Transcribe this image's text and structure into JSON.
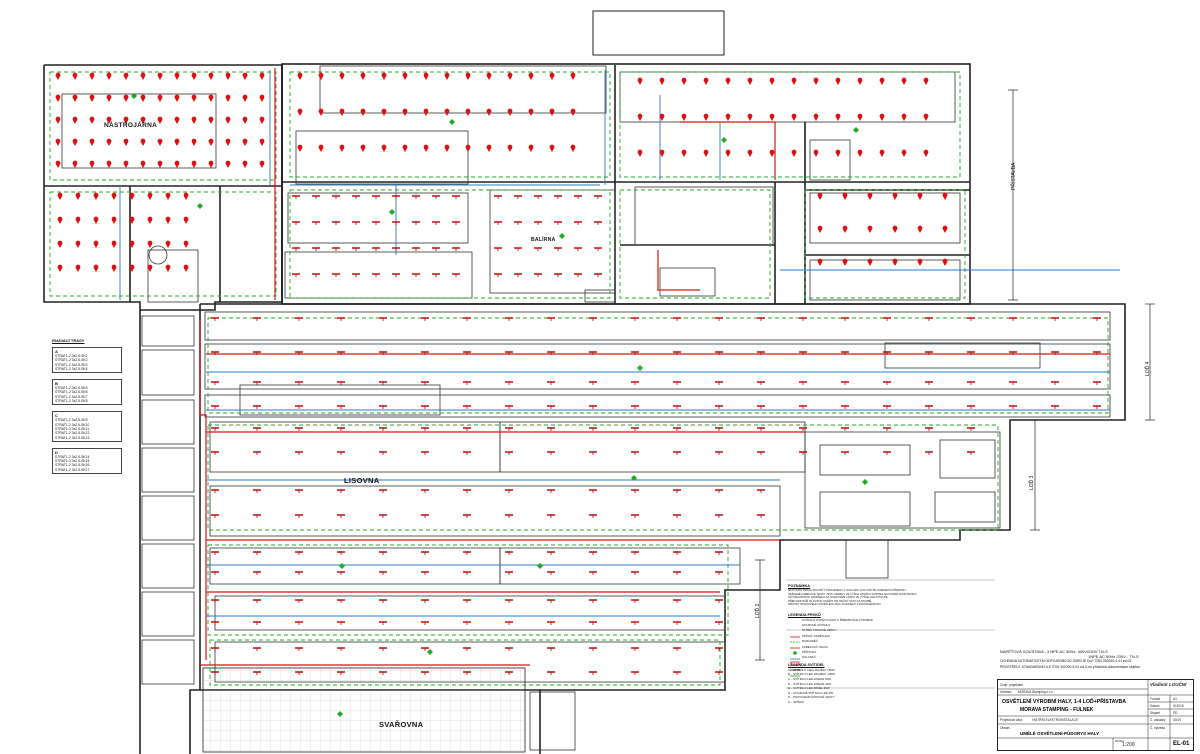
{
  "rooms": {
    "tool_room": "NÁSTROJÁRNA",
    "lisovna": "LISOVNA",
    "svarovna": "SVAŘOVNA",
    "balirna": "BALÍRNA"
  },
  "axis_labels": {
    "pristavba": "PŘÍSTAVBA",
    "lod4": "LOĎ 4",
    "lod3": "LOĎ 3",
    "lod2": "LOĎ 2"
  },
  "circuit_table": {
    "title": "RIADIACÍ TRASY",
    "groups": [
      {
        "name": "A",
        "rows": [
          "STRAT1-2 3x2,5-SK1",
          "STRAT1-2 3x2,5-SK2",
          "STRAT1-2 3x2,5-SK3",
          "STRAT1-2 3x2,5-SK4"
        ]
      },
      {
        "name": "B",
        "rows": [
          "STRAT1-2 3x2,5-SK5",
          "STRAT1-2 3x2,5-SK6",
          "STRAT1-2 3x2,5-SK7",
          "STRAT1-2 3x2,5-SK8"
        ]
      },
      {
        "name": "C",
        "rows": [
          "STRAT1-2 3x2,5-SK9",
          "STRAT1-2 3x2,5-SK10",
          "STRAT1-2 3x2,5-SK11",
          "STRAT1-2 3x2,5-SK12",
          "STRAT1-2 3x2,5-SK13"
        ]
      },
      {
        "name": "D",
        "rows": [
          "STRAT1-2 3x2,5-SK14",
          "STRAT1-2 3x2,5-SK15",
          "STRAT1-2 3x2,5-SK16",
          "STRAT1-2 3x2,5-SK17"
        ]
      }
    ]
  },
  "notes": {
    "heading": "POZNÁMKA",
    "lines": [
      "MONTÁŽNÍ PRÁCE MUSÍ BÝT PROVEDENY V SOULADU S PLATNÝMI NORMAMI A PŘEDPISY.",
      "VEŠKERÉ KABELOVÉ TRASY JSOU VEDENY VE VÝŠCE ZÁVĚSU SVÍTIDEL NA NOSNÉ KONSTRUKCI.",
      "SVÍTIDLA BUDOU ZAVĚŠENA NA OCELOVÉM LANKU VE VÝŠCE DLE SITUACE.",
      "PŘED MONTÁŽÍ JE NUTNO OVĚŘIT SKUTEČNÝ STAV NA STAVBĚ.",
      "OBVODY NOUZOVÉHO OSVĚTLENÍ JSOU NAPÁJENY Z ROZVADĚČE RN."
    ],
    "legend_heading": "LEGENDA PRVKŮ",
    "legend": [
      "SVÍTIDLO OSVĚTLOVACÍ S ŘÍZENÍM DLE VÝROBCE",
      "NOUZOVÉ SVÍTIDLO",
      "ŠTÍTEK ÚNIKOVÉ CESTY",
      "SPÍNAČ OSVĚTLENÍ",
      "ROZVADĚČ",
      "KABELOVÁ TRASA",
      "PŘÍPOJKA",
      "OVLADAČ"
    ],
    "fixtures_heading": "LEGENDA SVÍTIDEL",
    "fixtures": [
      "A – SVÍTIDLO LED-HIGHBAY 150W",
      "B – SVÍTIDLO LED-HIGHBAY 100W",
      "C – SVÍTIDLO LED-LINEAR 60W",
      "D – SVÍTIDLO LED-LINEAR 40W",
      "E – SVÍTIDLO LED-PANEL 36W",
      "N – NOUZOVÉ SVÍTIDLO LED 3W",
      "P – PIKTOGRAM ÚNIKOVÉ CESTY",
      "S – SPÍNAČ"
    ]
  },
  "supply": {
    "lines": [
      "NAPĚŤOVÁ SOUSTAVA : 3 NPE AC 50Hz, 400V/230V TN-S",
      "1NPE AC 50Hz 230V - TN-S",
      "OCHRANA AUTOMATICKÝM ODPOJENÍM OD ZDROJE DLE ČSN 332000-4-41 ed.02",
      "PROSTŘEDÍ: STANDARDNÍ DLE ČSN 332000-5-51 ed.3-viz.příslušná dokumentace objektu"
    ]
  },
  "title_block": {
    "designer_label": "Zodp. projektant",
    "designer_name": "Vladimír LOUČNÍ",
    "investor_label": "Investor:",
    "investor": "MORAVA Stamping s.r.o.",
    "project_title": "OSVĚTLENÍ VÝROBNÍ HALY, 1-4 LOĎ+PŘÍSTAVBA",
    "project_sub": "MORAVA STAMPING - FULNEK",
    "part_label": "Projektová část:",
    "part": "VNITŘNÍ ELEKTROINSTALACE",
    "content_label": "Obsah:",
    "content": "UMĚLÉ OSVĚTLENÍ-PŮDORYS HALY",
    "scale_label": "Měřítko",
    "scale": "1:200",
    "format_label": "Formát",
    "format": "A1",
    "date_label": "Datum",
    "date": "III.2019",
    "stage_label": "Stupeň",
    "stage": "PD",
    "order_label": "Č. zakázky",
    "order": "30/19",
    "drawing_label": "Č. výkresu",
    "drawing": "EL-01"
  }
}
